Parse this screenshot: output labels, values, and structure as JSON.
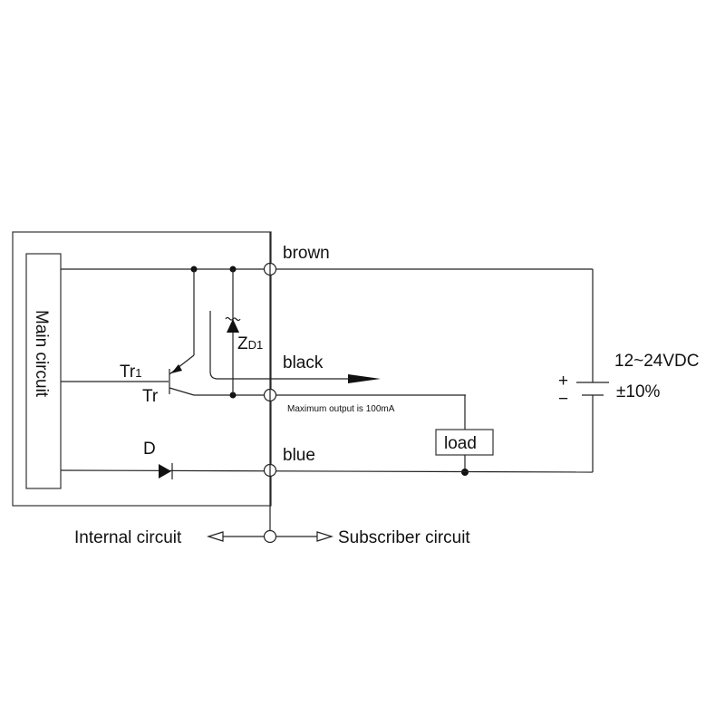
{
  "labels": {
    "main_circuit": "Main circuit",
    "brown": "brown",
    "black": "black",
    "blue": "blue",
    "tr1_base": "Tr",
    "tr1_sub": "1",
    "tr": "Tr",
    "zd1_base": "Z",
    "zd1_sub": "D1",
    "diode": "D",
    "load": "load",
    "max_output": "Maximum output is 100mA",
    "voltage": "12~24VDC",
    "tolerance": "±10%",
    "plus": "+",
    "minus": "−",
    "internal_circuit": "Internal circuit",
    "subscriber_circuit": "Subscriber circuit"
  }
}
